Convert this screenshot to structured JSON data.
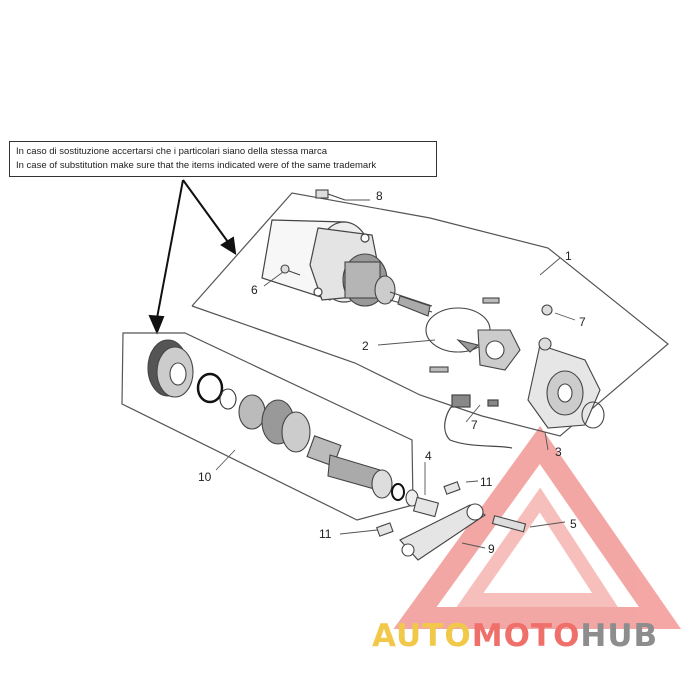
{
  "note": {
    "line_it": "In caso di sostituzione accertarsi che i particolari siano della stessa marca",
    "line_en": "In case of substitution make sure that the items indicated were of the same trademark"
  },
  "callouts": {
    "c1": "1",
    "c2": "2",
    "c3": "3",
    "c4": "4",
    "c5": "5",
    "c6": "6",
    "c7a": "7",
    "c7b": "7",
    "c8": "8",
    "c9": "9",
    "c10": "10",
    "c11a": "11",
    "c11b": "11"
  },
  "watermark": {
    "part1": "AUTO",
    "part2": "MOTO",
    "part3": "HUB",
    "colors": {
      "auto": "#f2c84b",
      "moto": "#ef6f6a",
      "hub": "#8d8d8d"
    }
  }
}
